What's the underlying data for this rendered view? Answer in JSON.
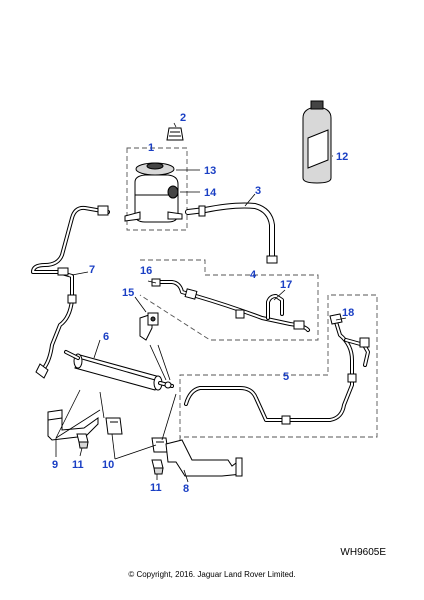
{
  "callouts": {
    "c1": "1",
    "c2": "2",
    "c3": "3",
    "c4": "4",
    "c5": "5",
    "c6": "6",
    "c7": "7",
    "c8": "8",
    "c9": "9",
    "c10": "10",
    "c11a": "11",
    "c11b": "11",
    "c12": "12",
    "c13": "13",
    "c14": "14",
    "c15": "15",
    "c16": "16",
    "c17": "17",
    "c18": "18"
  },
  "reference_code": "WH9605E",
  "copyright": "© Copyright, 2016. Jaguar Land Rover Limited.",
  "colors": {
    "callout": "#1a3fc4",
    "line": "#000000"
  }
}
